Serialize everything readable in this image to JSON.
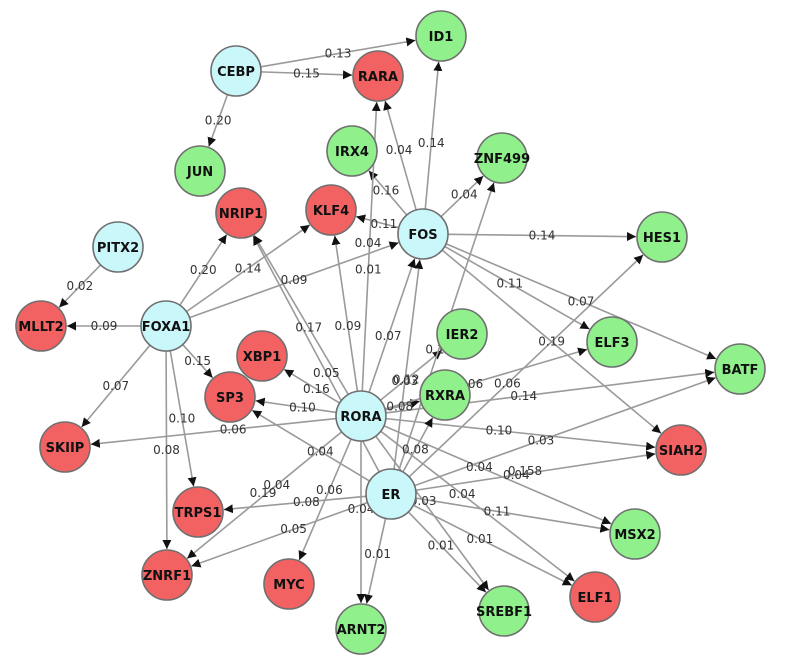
{
  "colors": {
    "tf": "#c9f7fa",
    "up": "#8ff08c",
    "down": "#f26262",
    "edge": "#9a9a9a"
  },
  "nodes": [
    {
      "id": "CEBP",
      "kind": "tf"
    },
    {
      "id": "ID1",
      "kind": "up"
    },
    {
      "id": "RARA",
      "kind": "down"
    },
    {
      "id": "JUN",
      "kind": "up"
    },
    {
      "id": "IRX4",
      "kind": "up"
    },
    {
      "id": "ZNF499",
      "kind": "up"
    },
    {
      "id": "NRIP1",
      "kind": "down"
    },
    {
      "id": "KLF4",
      "kind": "down"
    },
    {
      "id": "FOS",
      "kind": "tf"
    },
    {
      "id": "HES1",
      "kind": "up"
    },
    {
      "id": "PITX2",
      "kind": "tf"
    },
    {
      "id": "MLLT2",
      "kind": "down"
    },
    {
      "id": "FOXA1",
      "kind": "tf"
    },
    {
      "id": "XBP1",
      "kind": "down"
    },
    {
      "id": "IER2",
      "kind": "up"
    },
    {
      "id": "ELF3",
      "kind": "up"
    },
    {
      "id": "BATF",
      "kind": "up"
    },
    {
      "id": "SP3",
      "kind": "down"
    },
    {
      "id": "RORA",
      "kind": "tf"
    },
    {
      "id": "RXRA",
      "kind": "up"
    },
    {
      "id": "SKIIP",
      "kind": "down"
    },
    {
      "id": "SIAH2",
      "kind": "down"
    },
    {
      "id": "ER",
      "kind": "tf"
    },
    {
      "id": "TRPS1",
      "kind": "down"
    },
    {
      "id": "MSX2",
      "kind": "up"
    },
    {
      "id": "ZNRF1",
      "kind": "down"
    },
    {
      "id": "MYC",
      "kind": "down"
    },
    {
      "id": "ARNT2",
      "kind": "up"
    },
    {
      "id": "SREBF1",
      "kind": "up"
    },
    {
      "id": "ELF1",
      "kind": "down"
    }
  ],
  "edges": [
    {
      "from": "CEBP",
      "to": "ID1",
      "weight": "0.13"
    },
    {
      "from": "CEBP",
      "to": "RARA",
      "weight": "0.15"
    },
    {
      "from": "CEBP",
      "to": "JUN",
      "weight": "0.20"
    },
    {
      "from": "FOS",
      "to": "ID1",
      "weight": "0.14"
    },
    {
      "from": "FOS",
      "to": "RARA",
      "weight": "0.04"
    },
    {
      "from": "FOS",
      "to": "IRX4",
      "weight": "0.16"
    },
    {
      "from": "FOS",
      "to": "ZNF499",
      "weight": "0.04"
    },
    {
      "from": "FOS",
      "to": "KLF4",
      "weight": "0.11"
    },
    {
      "from": "FOS",
      "to": "HES1",
      "weight": "0.14"
    },
    {
      "from": "FOS",
      "to": "ELF3",
      "weight": "0.11"
    },
    {
      "from": "FOS",
      "to": "BATF",
      "weight": "0.07"
    },
    {
      "from": "FOS",
      "to": "SIAH2",
      "weight": "0.19"
    },
    {
      "from": "PITX2",
      "to": "MLLT2",
      "weight": "0.02"
    },
    {
      "from": "FOXA1",
      "to": "MLLT2",
      "weight": "0.09"
    },
    {
      "from": "FOXA1",
      "to": "NRIP1",
      "weight": "0.20"
    },
    {
      "from": "FOXA1",
      "to": "KLF4",
      "weight": "0.14"
    },
    {
      "from": "FOXA1",
      "to": "FOS",
      "weight": "0.09"
    },
    {
      "from": "FOXA1",
      "to": "SP3",
      "weight": "0.15"
    },
    {
      "from": "FOXA1",
      "to": "SKIIP",
      "weight": "0.07"
    },
    {
      "from": "FOXA1",
      "to": "TRPS1",
      "weight": "0.10"
    },
    {
      "from": "FOXA1",
      "to": "ZNRF1",
      "weight": "0.08"
    },
    {
      "from": "RORA",
      "to": "NRIP1",
      "weight": "0.17"
    },
    {
      "from": "RORA",
      "to": "KLF4",
      "weight": "0.09"
    },
    {
      "from": "RORA",
      "to": "RARA",
      "weight": "0.01"
    },
    {
      "from": "RORA",
      "to": "FOS",
      "weight": "0.07"
    },
    {
      "from": "RORA",
      "to": "XBP1",
      "weight": "0.16"
    },
    {
      "from": "RORA",
      "to": "SP3",
      "weight": "0.10"
    },
    {
      "from": "RORA",
      "to": "SKIIP",
      "weight": "0.06"
    },
    {
      "from": "RORA",
      "to": "IER2",
      "weight": "0.12"
    },
    {
      "from": "RORA",
      "to": "RXRA",
      "weight": "0.08"
    },
    {
      "from": "RORA",
      "to": "ELF3",
      "weight": "0.06"
    },
    {
      "from": "RORA",
      "to": "BATF",
      "weight": "0.14"
    },
    {
      "from": "RORA",
      "to": "SIAH2",
      "weight": "0.10"
    },
    {
      "from": "RORA",
      "to": "MSX2",
      "weight": "0.04"
    },
    {
      "from": "RORA",
      "to": "SREBF1",
      "weight": "0.03"
    },
    {
      "from": "RORA",
      "to": "ELF1",
      "weight": "0.04"
    },
    {
      "from": "RORA",
      "to": "ZNRF1",
      "weight": "0.04"
    },
    {
      "from": "RORA",
      "to": "MYC",
      "weight": "0.06"
    },
    {
      "from": "RORA",
      "to": "ARNT2",
      "weight": "0.04"
    },
    {
      "from": "ER",
      "to": "NRIP1",
      "weight": "0.05"
    },
    {
      "from": "ER",
      "to": "FOS",
      "weight": "0.03"
    },
    {
      "from": "ER",
      "to": "ZNF499",
      "weight": "0.13"
    },
    {
      "from": "ER",
      "to": "HES1",
      "weight": "0.06"
    },
    {
      "from": "ER",
      "to": "SP3",
      "weight": "0.04"
    },
    {
      "from": "ER",
      "to": "RXRA",
      "weight": "0.08"
    },
    {
      "from": "ER",
      "to": "BATF",
      "weight": "0.03"
    },
    {
      "from": "ER",
      "to": "SIAH2",
      "weight": "0.04"
    },
    {
      "from": "ER",
      "to": "MSX2",
      "weight": "0.11"
    },
    {
      "from": "ER",
      "to": "SREBF1",
      "weight": "0.01"
    },
    {
      "from": "ER",
      "to": "ELF1",
      "weight": "0.01"
    },
    {
      "from": "ER",
      "to": "TRPS1",
      "weight": "0.08"
    },
    {
      "from": "ER",
      "to": "ZNRF1",
      "weight": "0.05"
    },
    {
      "from": "ER",
      "to": "ARNT2",
      "weight": "0.01"
    }
  ],
  "stray_labels": [
    "0.04",
    "0.19",
    "0.158"
  ]
}
